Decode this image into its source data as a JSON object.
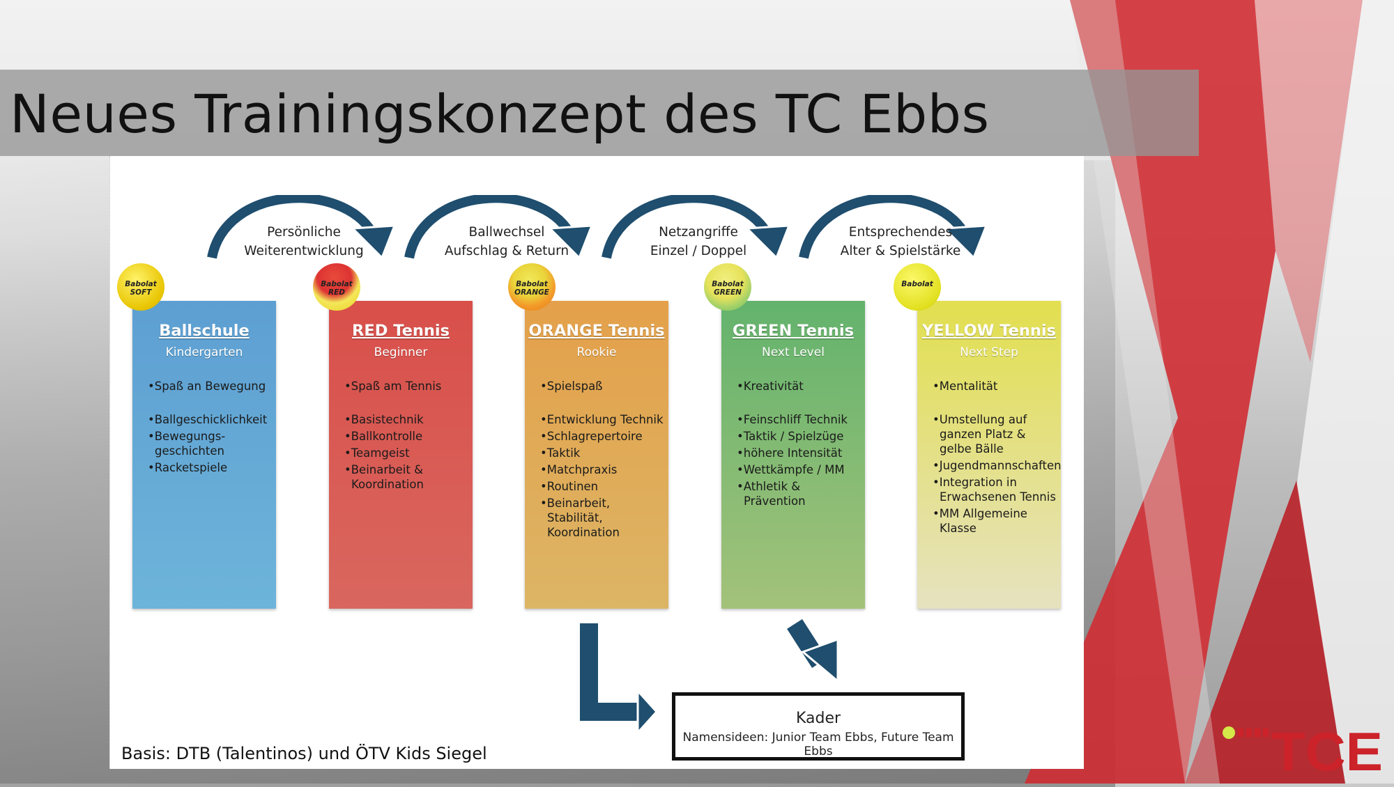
{
  "title": "Neues Trainingskonzept des TC Ebbs",
  "arcs": [
    {
      "line1": "Persönliche",
      "line2": "Weiterentwicklung"
    },
    {
      "line1": "Ballwechsel",
      "line2": "Aufschlag & Return"
    },
    {
      "line1": "Netzangriffe",
      "line2": "Einzel / Doppel"
    },
    {
      "line1": "Entsprechendes",
      "line2": "Alter & Spielstärke"
    }
  ],
  "columns": [
    {
      "title": "Ballschule",
      "subtitle": "Kindergarten",
      "ball_label": "Babolat SOFT",
      "items": [
        "Spaß an Bewegung",
        "Ballgeschicklichkeit",
        "Bewegungs-geschichten",
        "Racketspiele"
      ]
    },
    {
      "title": "RED Tennis",
      "subtitle": "Beginner",
      "ball_label": "Babolat RED",
      "items": [
        "Spaß am Tennis",
        "Basistechnik",
        "Ballkontrolle",
        "Teamgeist",
        "Beinarbeit & Koordination"
      ]
    },
    {
      "title": "ORANGE Tennis",
      "subtitle": "Rookie",
      "ball_label": "Babolat ORANGE",
      "items": [
        "Spielspaß",
        "Entwicklung Technik",
        "Schlagrepertoire",
        "Taktik",
        "Matchpraxis",
        "Routinen",
        "Beinarbeit, Stabilität, Koordination"
      ]
    },
    {
      "title": "GREEN Tennis",
      "subtitle": "Next Level",
      "ball_label": "Babolat GREEN",
      "items": [
        "Kreativität",
        "Feinschliff Technik",
        "Taktik / Spielzüge",
        "höhere Intensität",
        "Wettkämpfe / MM",
        "Athletik & Prävention"
      ]
    },
    {
      "title": "YELLOW Tennis",
      "subtitle": "Next Step",
      "ball_label": "Babolat",
      "items": [
        "Mentalität",
        "Umstellung auf ganzen Platz & gelbe Bälle",
        "Jugendmannschaften",
        "Integration in Erwachsenen Tennis",
        "MM Allgemeine Klasse"
      ]
    }
  ],
  "kader": {
    "title": "Kader",
    "subtitle": "Namensideen: Junior Team Ebbs, Future Team Ebbs"
  },
  "basis": "Basis: DTB (Talentinos) und ÖTV Kids Siegel",
  "logo_text": "TCE",
  "colors": {
    "ballschule": "#5aa4d6",
    "red": "#d8524d",
    "orange": "#e0a24f",
    "green": "#7bbc6a",
    "yellow": "#e3e27a",
    "arrow": "#1f4e6e",
    "accent_red": "#cc2229"
  }
}
